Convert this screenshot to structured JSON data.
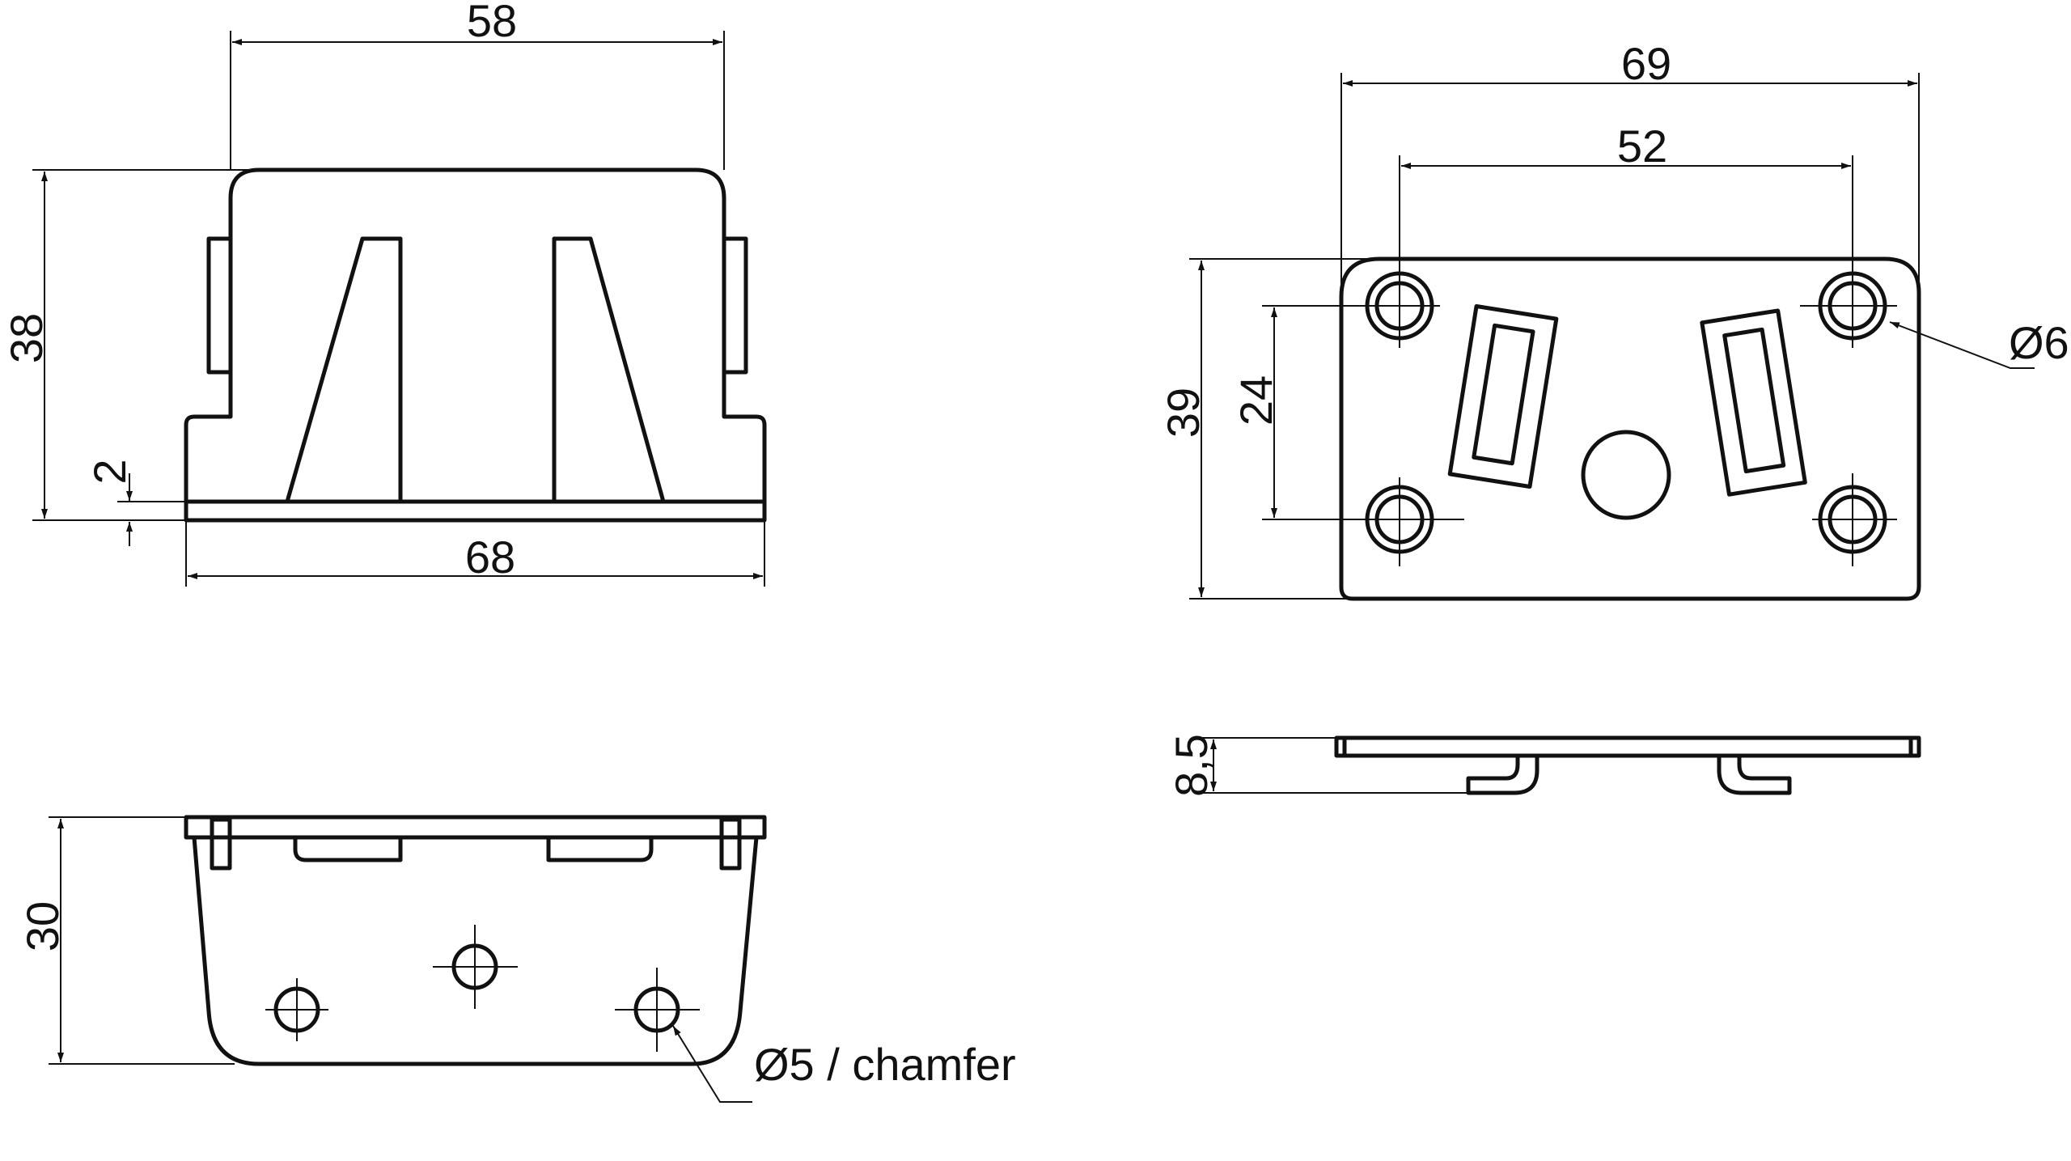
{
  "dimensions": {
    "front_width_top": "58",
    "front_height": "38",
    "front_plate_thickness": "2",
    "front_width_bottom": "68",
    "bottom_height": "30",
    "bottom_hole_note": "Ø5 / chamfer",
    "plate_width_outer": "69",
    "plate_width_holes": "52",
    "plate_height": "39",
    "plate_hole_spacing": "24",
    "plate_hole_diameter": "Ø6",
    "side_height": "8,5"
  }
}
